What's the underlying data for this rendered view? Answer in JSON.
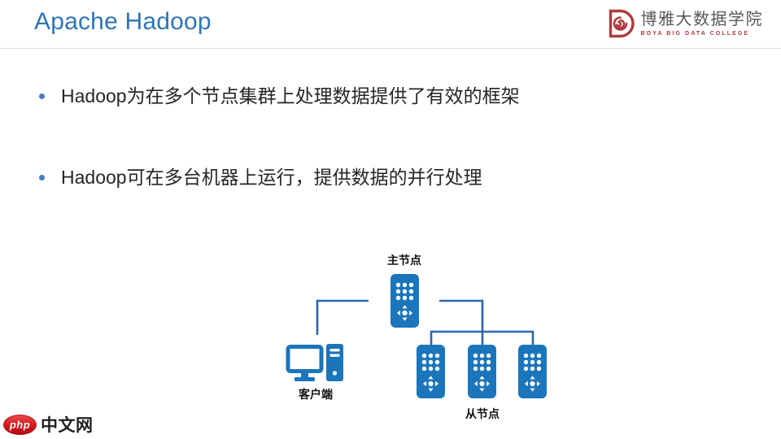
{
  "slide": {
    "title": "Apache Hadoop"
  },
  "brand": {
    "college_cn": "博雅大数据学院",
    "college_en": "BOYA BIG DATA COLLEGE"
  },
  "bullets": [
    {
      "text": "Hadoop为在多个节点集群上处理数据提供了有效的框架"
    },
    {
      "text": "Hadoop可在多台机器上运行，提供数据的并行处理"
    }
  ],
  "diagram": {
    "master_label": "主节点",
    "client_label": "客户端",
    "slaves_label": "从节点",
    "slave_node_count": 3,
    "icon_names": [
      "remote-node-icon",
      "desktop-computer-icon"
    ]
  },
  "watermark": {
    "badge": "php",
    "name": "中文网"
  },
  "colors": {
    "title_blue": "#2E74B5",
    "icon_blue": "#1B75BB",
    "line_blue": "#2B66AC",
    "bullet_blue": "#4C7CC0",
    "brand_red": "#B03A3E",
    "rule_gray": "#E3E3E3"
  }
}
